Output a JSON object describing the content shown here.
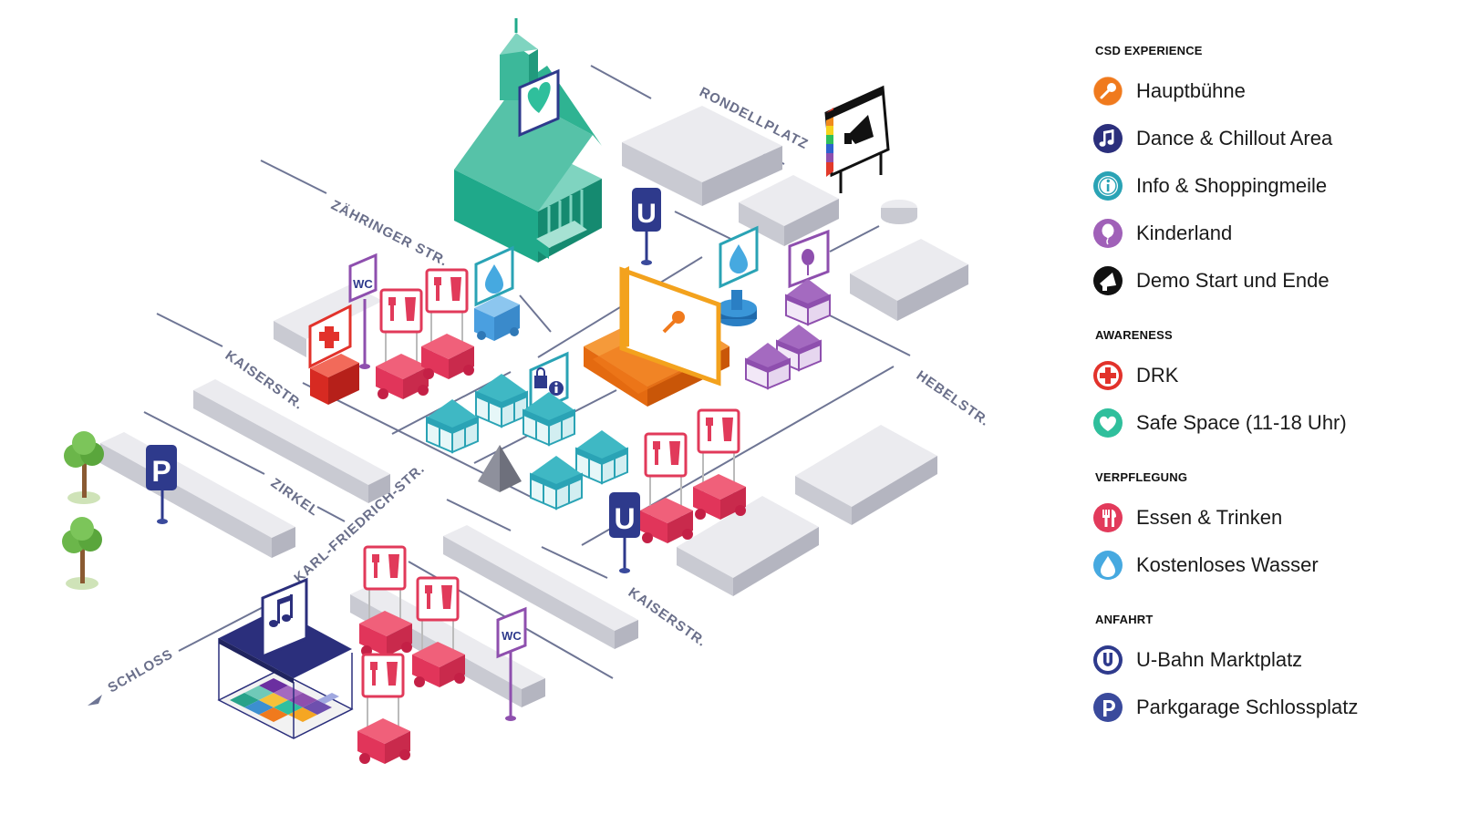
{
  "map": {
    "streets": {
      "rondellplatz": "RONDELLPLATZ",
      "zaehringer": "ZÄHRINGER STR.",
      "kaiser_top": "KAISERSTR.",
      "hebel": "HEBELSTR.",
      "zirkel": "ZIRKEL",
      "karl_friedrich": "KARL-FRIEDRICH-STR.",
      "kaiser_bottom": "KAISERSTR.",
      "schloss": "SCHLOSS"
    },
    "sign_wc": "WC",
    "sign_u": "U",
    "sign_p": "P"
  },
  "legend": {
    "sections": [
      {
        "title": "CSD EXPERIENCE",
        "items": [
          {
            "label": "Hauptbühne",
            "icon": "microphone-icon",
            "color": "#f07a1d"
          },
          {
            "label": "Dance & Chillout Area",
            "icon": "music-note-icon",
            "color": "#2b2f7c"
          },
          {
            "label": "Info & Shoppingmeile",
            "icon": "info-icon",
            "color": "#2aa3b5"
          },
          {
            "label": "Kinderland",
            "icon": "balloon-icon",
            "color": "#a061b8"
          },
          {
            "label": "Demo Start und Ende",
            "icon": "megaphone-icon",
            "color": "#111111"
          }
        ]
      },
      {
        "title": "AWARENESS",
        "items": [
          {
            "label": "DRK",
            "icon": "red-cross-icon",
            "color": "#e2322b"
          },
          {
            "label": "Safe Space (11-18 Uhr)",
            "icon": "heart-icon",
            "color": "#2fbf9c"
          }
        ]
      },
      {
        "title": "VERPFLEGUNG",
        "items": [
          {
            "label": "Essen & Trinken",
            "icon": "cutlery-icon",
            "color": "#e23a5b"
          },
          {
            "label": "Kostenloses Wasser",
            "icon": "water-drop-icon",
            "color": "#46a9e0"
          }
        ]
      },
      {
        "title": "ANFAHRT",
        "items": [
          {
            "label": "U-Bahn Marktplatz",
            "icon": "ubahn-icon",
            "color": "#2e3a8c"
          },
          {
            "label": "Parkgarage Schlossplatz",
            "icon": "parking-icon",
            "color": "#3a4a9c"
          }
        ]
      }
    ]
  }
}
